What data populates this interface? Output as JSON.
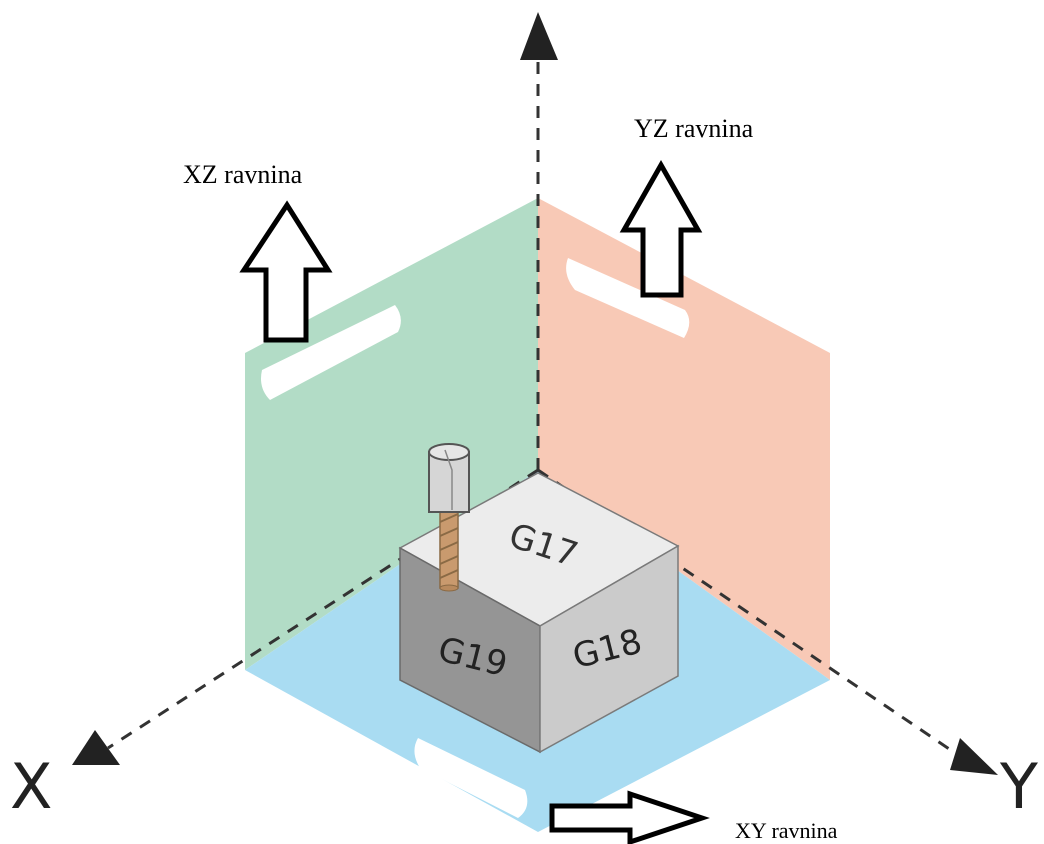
{
  "axes": {
    "x": "X",
    "y": "Y"
  },
  "planes": {
    "xz": {
      "label": "XZ ravnina",
      "color": "#b2dcc6"
    },
    "yz": {
      "label": "YZ ravnina",
      "color": "#f8c9b6"
    },
    "xy": {
      "label": "XY ravnina",
      "color": "#a9dcf2"
    }
  },
  "cube": {
    "top": "G17",
    "right": "G18",
    "left": "G19",
    "colors": {
      "top": "#ececec",
      "right": "#cbcbcb",
      "left": "#959595"
    }
  }
}
